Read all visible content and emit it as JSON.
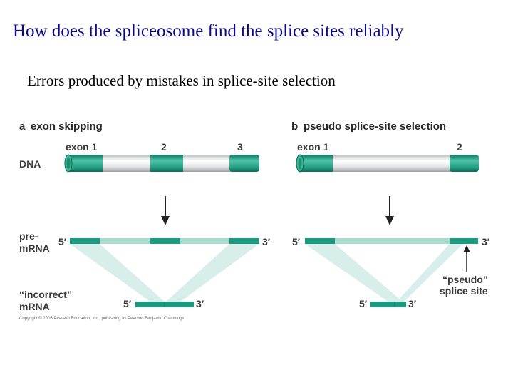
{
  "title": "How does the spliceosome find the splice sites reliably",
  "subtitle": "Errors produced by mistakes in splice-site selection",
  "panel_a": {
    "letter": "a",
    "heading": "exon skipping",
    "exon_labels": [
      "exon 1",
      "2",
      "3"
    ]
  },
  "panel_b": {
    "letter": "b",
    "heading": "pseudo splice-site selection",
    "exon_labels": [
      "exon 1",
      "2"
    ],
    "pseudo_label_line1": "“pseudo”",
    "pseudo_label_line2": "splice site"
  },
  "row_labels": {
    "dna": "DNA",
    "premrna_line1": "pre-",
    "premrna_line2": "mRNA",
    "incorrect_line1": "“incorrect”",
    "incorrect_line2": "mRNA"
  },
  "end_labels": {
    "five_prime": "5′",
    "three_prime": "3′"
  },
  "copyright": "Copyright © 2006 Pearson Education, Inc., publishing as Pearson Benjamin Cummings.",
  "colors": {
    "exon": "#1a9b80",
    "intron_rna": "#a9dccf",
    "splice_wedge": "#d7eeea",
    "title": "#0b0b8a"
  }
}
